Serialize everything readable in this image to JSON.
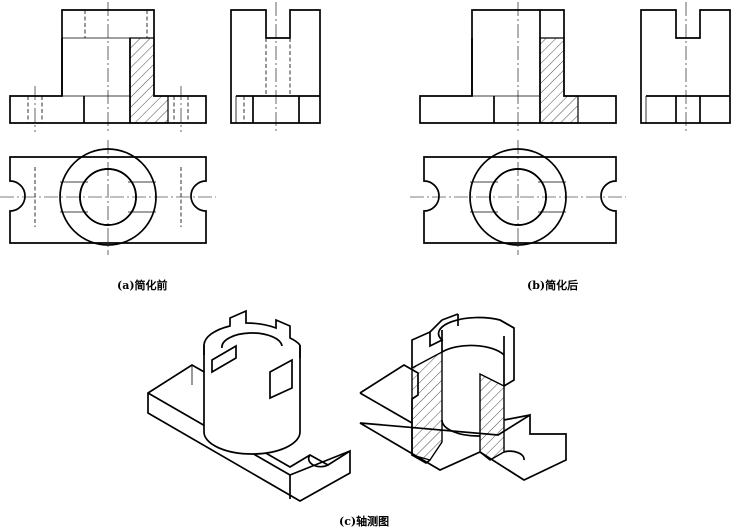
{
  "captions": {
    "a": "(a)简化前",
    "b": "(b)简化后",
    "c": "(c)轴测图"
  }
}
